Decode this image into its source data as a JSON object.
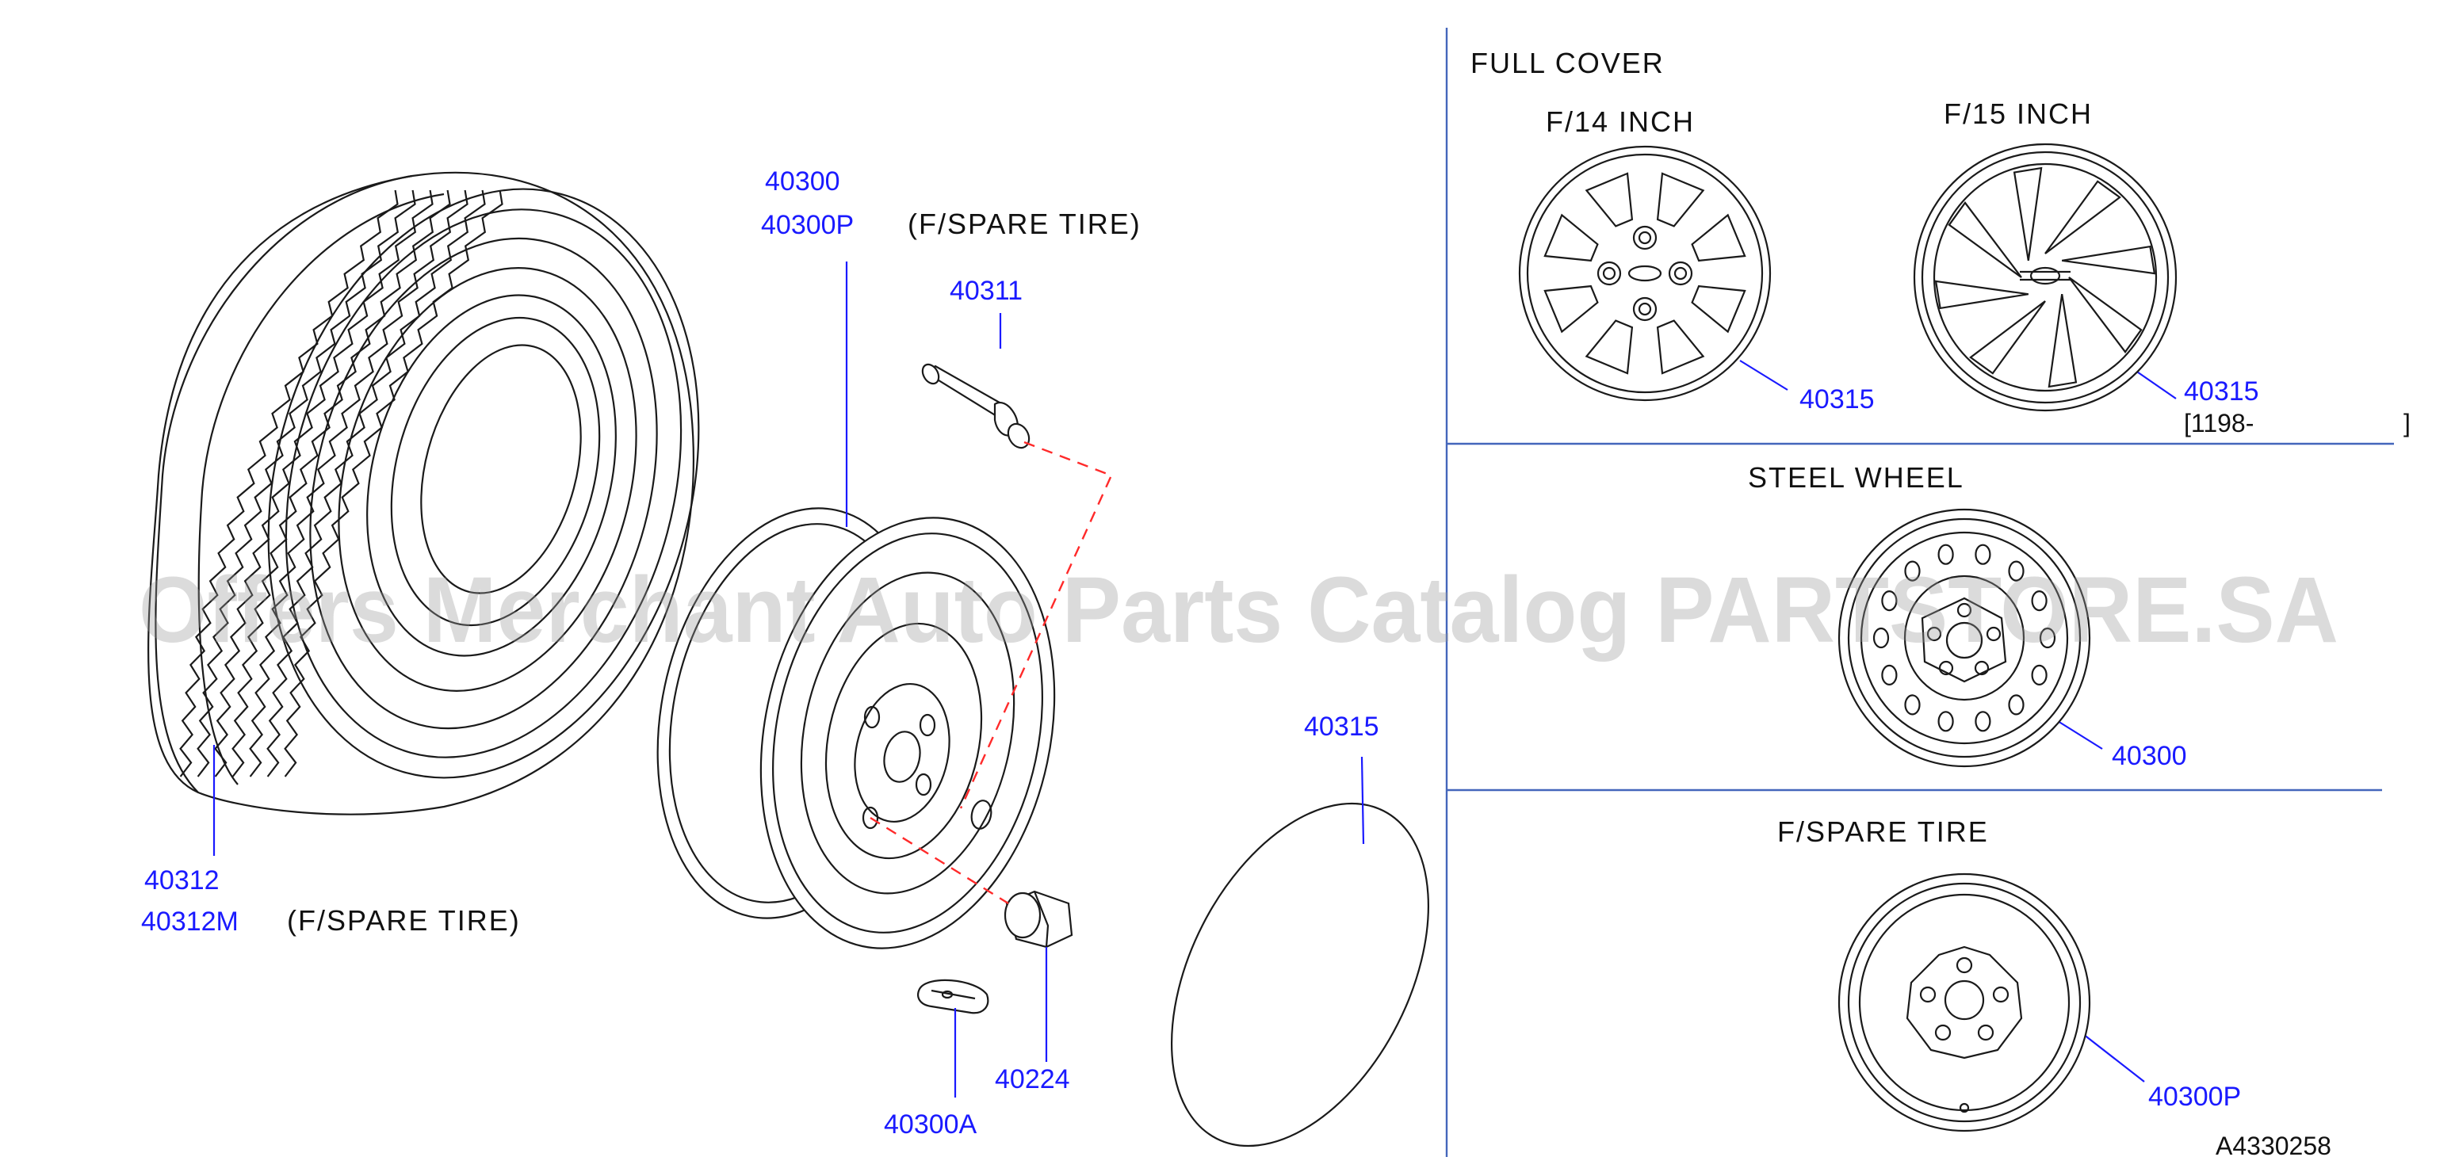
{
  "labels": {
    "tire_main": "40312",
    "tire_spare": "40312M",
    "tire_spare_note": "(F/SPARE  TIRE)",
    "wheel_main": "40300",
    "wheel_spare": "40300P",
    "wheel_spare_note": "(F/SPARE  TIRE)",
    "valve": "40311",
    "balance_weight": "40300A",
    "nut": "40224",
    "cover": "40315"
  },
  "panels": {
    "full_cover": {
      "title": "FULL  COVER",
      "f14_title": "F/14  INCH",
      "f14_part": "40315",
      "f15_title": "F/15  INCH",
      "f15_part": "40315",
      "f15_date": "[1198-",
      "f15_date_end": "]"
    },
    "steel_wheel": {
      "title": "STEEL  WHEEL",
      "part": "40300"
    },
    "spare_tire": {
      "title": "F/SPARE  TIRE",
      "part": "40300P"
    }
  },
  "reference": "A4330258",
  "watermark": "Offers Merchant Auto Parts Catalog PARTSTORE.SA",
  "colors": {
    "label": "#1a1aff",
    "line": "#1a1a1a",
    "separator": "#4466bb",
    "dashed": "#ff2a2a"
  }
}
